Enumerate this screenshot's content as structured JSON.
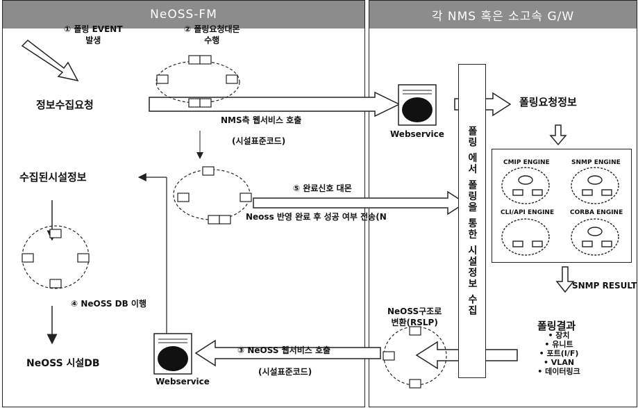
{
  "headers": {
    "left": "NeOSS-FM",
    "right": "각 NMS 혹은 소고속 G/W"
  },
  "steps": {
    "step1": "① 폴링 EVENT\n발생",
    "step2": "② 폴링요청대몬\n수행",
    "step3": "③ NeOSS 웹서비스 호출",
    "step4": "④ NeOSS DB 이행",
    "step5": "⑤ 완료신호 대몬"
  },
  "left": {
    "request": "정보수집요청",
    "collected": "수집된시설정보",
    "db": "NeOSS 시설DB",
    "webservice": "Webservice"
  },
  "middle": {
    "nms_call": "NMS측 웹서비스 호출",
    "code_top": "(시설표준코드)",
    "result_msg": "Neoss 반영 완료 후 성공 여부 전송(N",
    "code_bottom": "(시설표준코드)",
    "convert": "NeOSS구조로\n변환(RSLP)"
  },
  "right": {
    "webservice": "Webservice",
    "vertical_label": "폴링 에서 폴링을 통한 시설정보 수집",
    "polling_info": "폴링요청정보",
    "snmp_result": "SNMP RESULT",
    "polling_result": "폴링결과",
    "result_items": [
      "• 장치",
      "• 유니트",
      "• 포트(I/F)",
      "• VLAN",
      "• 데이터링크"
    ]
  },
  "engines": [
    "CMIP ENGINE",
    "SNMP ENGINE",
    "CLI/API ENGINE",
    "CORBA ENGINE"
  ]
}
